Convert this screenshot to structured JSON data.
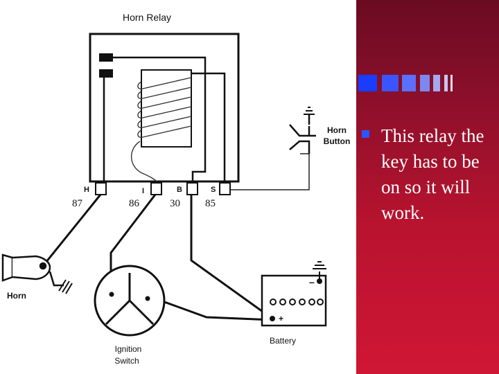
{
  "diagram": {
    "title": "Horn Relay",
    "terminals": [
      {
        "letter": "H",
        "number": "87"
      },
      {
        "letter": "I",
        "number": "86"
      },
      {
        "letter": "B",
        "number": "30"
      },
      {
        "letter": "S",
        "number": "85"
      }
    ],
    "horn_button_line1": "Horn",
    "horn_button_line2": "Button",
    "horn_label": "Horn",
    "ignition_line1": "Ignition",
    "ignition_line2": "Switch",
    "battery_label": "Battery",
    "battery_minus": "–",
    "battery_plus": "+"
  },
  "slide": {
    "bullet_text": "This relay the key has to be on so it will work.",
    "accent_color": "#1a3cff",
    "bullet_color": "#2a55ff"
  }
}
